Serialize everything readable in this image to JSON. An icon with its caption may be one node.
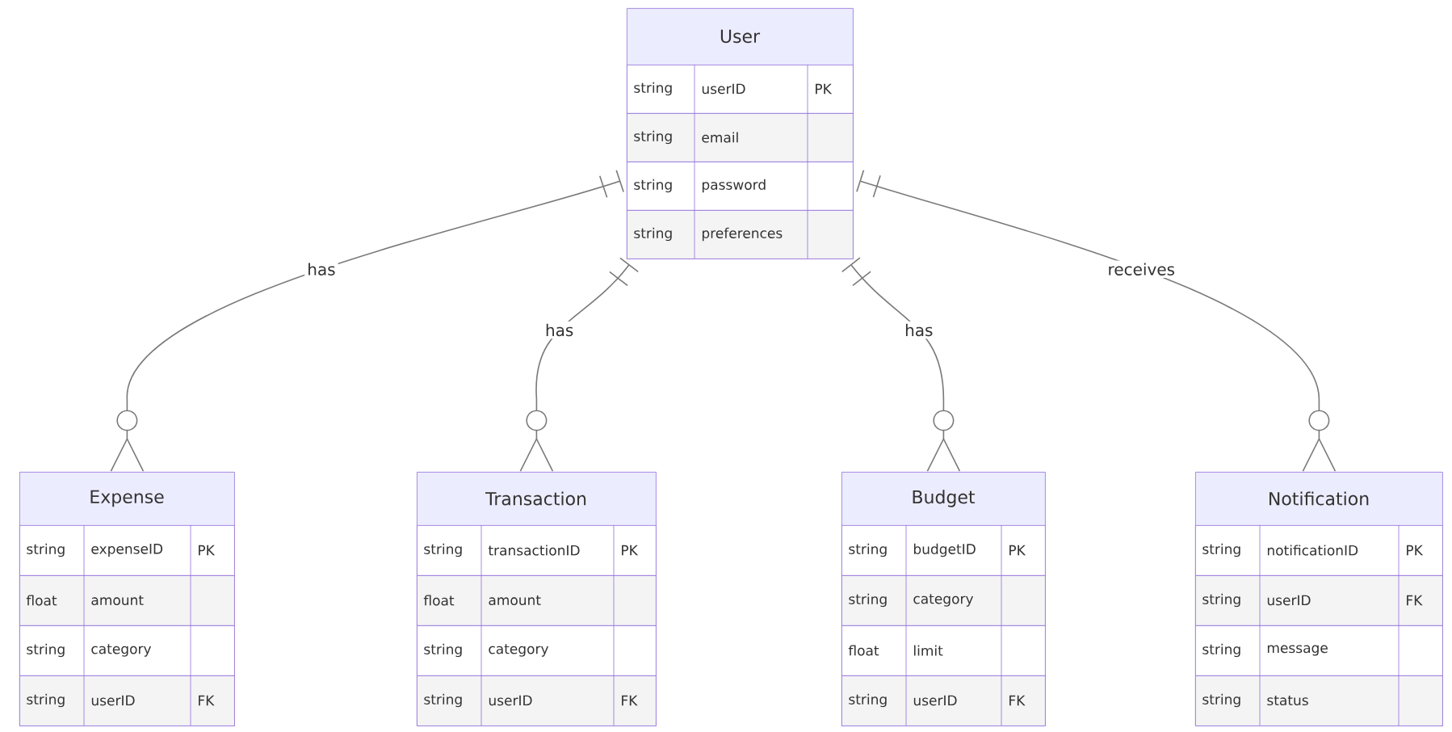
{
  "diagram": {
    "nodes": [
      {
        "text": [
          "User"
        ]
      },
      {
        "text": [
          "string",
          "userID",
          "PK"
        ],
        "in": 0
      },
      {
        "text": [
          "string",
          "email"
        ],
        "in": 0
      },
      {
        "text": [
          "string",
          "password"
        ],
        "in": 0
      },
      {
        "text": [
          "string",
          "preferences"
        ],
        "in": 0
      },
      {
        "text": [
          "Expense"
        ]
      },
      {
        "text": [
          "string",
          "expenseID",
          "PK"
        ],
        "in": 5
      },
      {
        "text": [
          "float",
          "amount"
        ],
        "in": 5
      },
      {
        "text": [
          "string",
          "category"
        ],
        "in": 5
      },
      {
        "text": [
          "string",
          "userID",
          "FK"
        ],
        "in": 5
      },
      {
        "text": [
          "Transaction"
        ]
      },
      {
        "text": [
          "string",
          "transactionID",
          "PK"
        ],
        "in": 10
      },
      {
        "text": [
          "float",
          "amount"
        ],
        "in": 10
      },
      {
        "text": [
          "string",
          "category"
        ],
        "in": 10
      },
      {
        "text": [
          "string",
          "userID",
          "FK"
        ],
        "in": 10
      },
      {
        "text": [
          "Budget"
        ]
      },
      {
        "text": [
          "string",
          "budgetID",
          "PK"
        ],
        "in": 15
      },
      {
        "text": [
          "string",
          "category"
        ],
        "in": 15
      },
      {
        "text": [
          "float",
          "limit"
        ],
        "in": 15
      },
      {
        "text": [
          "string",
          "userID",
          "FK"
        ],
        "in": 15
      },
      {
        "text": [
          "Notification"
        ]
      },
      {
        "text": [
          "string",
          "notificationID",
          "PK"
        ],
        "in": 20
      },
      {
        "text": [
          "string",
          "userID",
          "FK"
        ],
        "in": 20
      },
      {
        "text": [
          "string",
          "message"
        ],
        "in": 20
      },
      {
        "text": [
          "string",
          "status"
        ],
        "in": 20
      }
    ],
    "edges": [
      {
        "from": 0,
        "to": 5,
        "arrow": "other",
        "label": "has"
      },
      {
        "from": 0,
        "to": 10,
        "arrow": "other",
        "label": "has"
      },
      {
        "from": 0,
        "to": 15,
        "arrow": "other",
        "label": "has"
      },
      {
        "from": 0,
        "to": 20,
        "arrow": "other",
        "label": "receives"
      }
    ]
  }
}
